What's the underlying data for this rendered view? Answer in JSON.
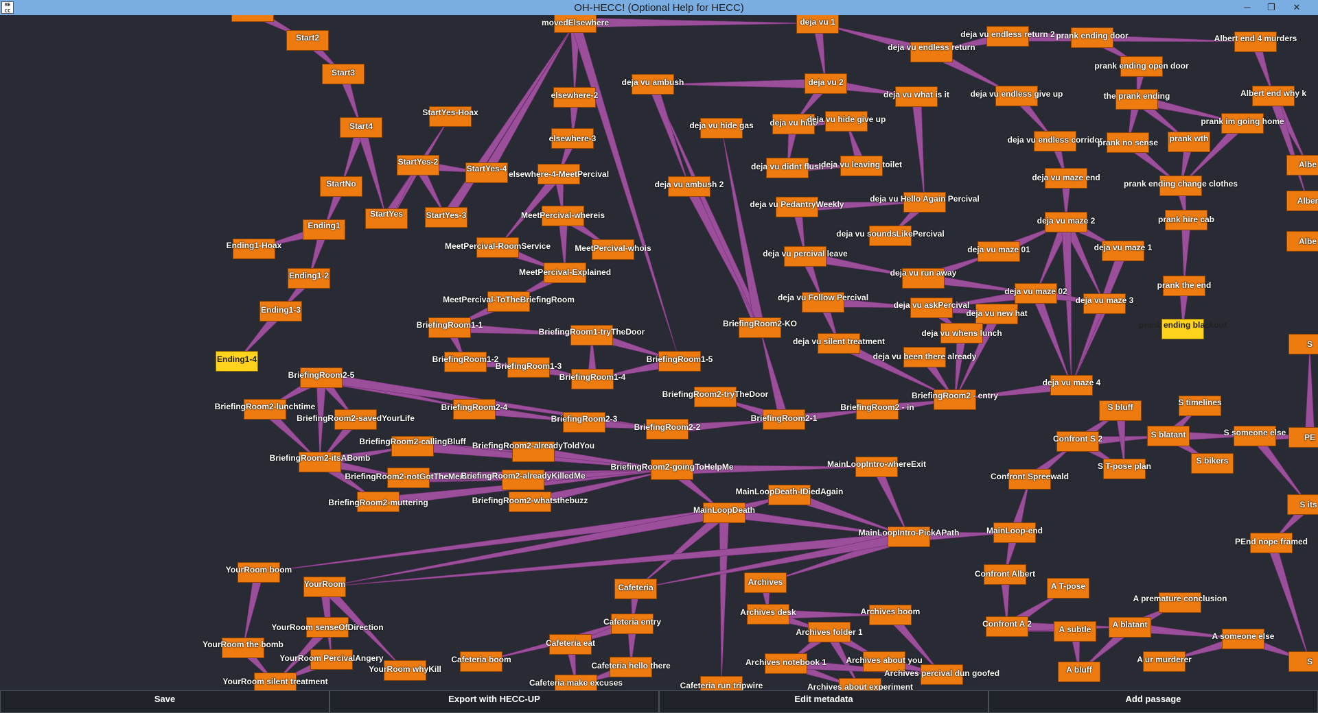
{
  "window": {
    "title": "OH-HECC! (Optional Help for HECC)",
    "icon_text": "HE\nCC",
    "controls": [
      "─",
      "❐",
      "✕"
    ]
  },
  "colors": {
    "node": "#ee7b0f",
    "selected_node": "#ffd21e",
    "edge": "#9b4f9b",
    "background": "#282b33"
  },
  "bottom_bar": {
    "save": "Save",
    "export": "Export with HECC-UP",
    "metadata": "Edit metadata",
    "add": "Add passage"
  },
  "passages": [
    {
      "id": "start",
      "label": ""
    },
    {
      "id": "start2",
      "label": "Start2"
    },
    {
      "id": "start3",
      "label": "Start3"
    },
    {
      "id": "start4",
      "label": "Start4"
    },
    {
      "id": "startno",
      "label": "StartNo"
    },
    {
      "id": "startyes",
      "label": "StartYes"
    },
    {
      "id": "startyeshoax",
      "label": "StartYes-Hoax"
    },
    {
      "id": "startyes2",
      "label": "StartYes-2"
    },
    {
      "id": "startyes3",
      "label": "StartYes-3"
    },
    {
      "id": "startyes4",
      "label": "StartYes-4"
    },
    {
      "id": "ending1",
      "label": "Ending1"
    },
    {
      "id": "ending1hoax",
      "label": "Ending1-Hoax"
    },
    {
      "id": "ending12",
      "label": "Ending1-2"
    },
    {
      "id": "ending13",
      "label": "Ending1-3"
    },
    {
      "id": "ending14",
      "label": "Ending1-4"
    },
    {
      "id": "movedelsewhere",
      "label": "movedElsewhere"
    },
    {
      "id": "elsewhere2",
      "label": "elsewhere-2"
    },
    {
      "id": "elsewhere3",
      "label": "elsewhere-3"
    },
    {
      "id": "elsewhere4mp",
      "label": "elsewhere-4-MeetPercival"
    },
    {
      "id": "mpwhereis",
      "label": "MeetPercival-whereis"
    },
    {
      "id": "mproomservice",
      "label": "MeetPercival-RoomService"
    },
    {
      "id": "mpwhois",
      "label": "MeetPercival-whois"
    },
    {
      "id": "mpexplained",
      "label": "MeetPercival-Explained"
    },
    {
      "id": "mptobriefing",
      "label": "MeetPercival-ToTheBriefingRoom"
    },
    {
      "id": "br11",
      "label": "BriefingRoom1-1"
    },
    {
      "id": "br1trydoor",
      "label": "BriefingRoom1-tryTheDoor"
    },
    {
      "id": "br12",
      "label": "BriefingRoom1-2"
    },
    {
      "id": "br13",
      "label": "BriefingRoom1-3"
    },
    {
      "id": "br14",
      "label": "BriefingRoom1-4"
    },
    {
      "id": "br15",
      "label": "BriefingRoom1-5"
    },
    {
      "id": "br25",
      "label": "BriefingRoom2-5"
    },
    {
      "id": "br2lunch",
      "label": "BriefingRoom2-lunchtime"
    },
    {
      "id": "br2saved",
      "label": "BriefingRoom2-savedYourLife"
    },
    {
      "id": "br24",
      "label": "BriefingRoom2-4"
    },
    {
      "id": "br23",
      "label": "BriefingRoom2-3"
    },
    {
      "id": "br22",
      "label": "BriefingRoom2-2"
    },
    {
      "id": "br2trydoor",
      "label": "BriefingRoom2-tryTheDoor"
    },
    {
      "id": "br21",
      "label": "BriefingRoom2-1"
    },
    {
      "id": "br2ko",
      "label": "BriefingRoom2-KO"
    },
    {
      "id": "br2callingbluff",
      "label": "BriefingRoom2-callingBluff"
    },
    {
      "id": "br2alreadytold",
      "label": "BriefingRoom2-alreadyToldYou"
    },
    {
      "id": "br2itsabomb",
      "label": "BriefingRoom2-itsABomb"
    },
    {
      "id": "br2notgotmemo",
      "label": "BriefingRoom2-notGotTheMemo"
    },
    {
      "id": "br2alreadykilled",
      "label": "BriefingRoom2-alreadyKilledMe"
    },
    {
      "id": "br2goingtohelp",
      "label": "BriefingRoom2-goingToHelpMe"
    },
    {
      "id": "br2muttering",
      "label": "BriefingRoom2-muttering"
    },
    {
      "id": "br2whatsthebuzz",
      "label": "BriefingRoom2-whatsthebuzz"
    },
    {
      "id": "br2in",
      "label": "BriefingRoom2 - in"
    },
    {
      "id": "br2entry",
      "label": "BriefingRoom2 - entry"
    },
    {
      "id": "dv1",
      "label": "deja vu 1"
    },
    {
      "id": "dv2",
      "label": "deja vu 2"
    },
    {
      "id": "dvambush",
      "label": "deja vu ambush"
    },
    {
      "id": "dvambush2",
      "label": "deja vu ambush 2"
    },
    {
      "id": "dvhidegas",
      "label": "deja vu hide gas"
    },
    {
      "id": "dvhide",
      "label": "deja vu hide"
    },
    {
      "id": "dvhidegiveup",
      "label": "deja vu hide give up"
    },
    {
      "id": "dvwhatisit",
      "label": "deja vu what is it"
    },
    {
      "id": "dvdidntflush",
      "label": "deja vu didnt flush"
    },
    {
      "id": "dvleavingtoilet",
      "label": "deja vu leaving toilet"
    },
    {
      "id": "dvpedantry",
      "label": "deja vu PedantryWeekly"
    },
    {
      "id": "dvhelloagain",
      "label": "deja vu Hello Again Percival"
    },
    {
      "id": "dvsoundslike",
      "label": "deja vu soundsLikePercival"
    },
    {
      "id": "dvpercivalleave",
      "label": "deja vu percival leave"
    },
    {
      "id": "dvrunaway",
      "label": "deja vu run away"
    },
    {
      "id": "dvfollow",
      "label": "deja vu Follow Percival"
    },
    {
      "id": "dvaskpercival",
      "label": "deja vu askPercival"
    },
    {
      "id": "dvnewhat",
      "label": "deja vu new hat"
    },
    {
      "id": "dvsilent",
      "label": "deja vu silent treatment"
    },
    {
      "id": "dvwhenslunch",
      "label": "deja vu whens lunch"
    },
    {
      "id": "dvbeenthere",
      "label": "deja vu been there already"
    },
    {
      "id": "dvendlessreturn2",
      "label": "deja vu endless return 2"
    },
    {
      "id": "dvendlessreturn",
      "label": "deja vu endless return"
    },
    {
      "id": "dvendlessgiveup",
      "label": "deja vu endless give up"
    },
    {
      "id": "dvendlesscorridor",
      "label": "deja vu endless corridor"
    },
    {
      "id": "dvmazeend",
      "label": "deja vu maze end"
    },
    {
      "id": "dvmaze2",
      "label": "deja vu maze 2"
    },
    {
      "id": "dvmaze01",
      "label": "deja vu maze 01"
    },
    {
      "id": "dvmaze1",
      "label": "deja vu maze 1"
    },
    {
      "id": "dvmaze02",
      "label": "deja vu maze 02"
    },
    {
      "id": "dvmaze3",
      "label": "deja vu maze 3"
    },
    {
      "id": "dvmaze4",
      "label": "deja vu maze 4"
    },
    {
      "id": "prankdoor",
      "label": "prank ending door"
    },
    {
      "id": "prankopendoor",
      "label": "prank ending open door"
    },
    {
      "id": "prankending",
      "label": "the prank ending"
    },
    {
      "id": "prankgoinghome",
      "label": "prank im going home"
    },
    {
      "id": "pranknosense",
      "label": "prank no sense"
    },
    {
      "id": "prankwth",
      "label": "prank wth"
    },
    {
      "id": "prankchange",
      "label": "prank ending change clothes"
    },
    {
      "id": "prankhirecab",
      "label": "prank hire cab"
    },
    {
      "id": "prankend",
      "label": "prank the end"
    },
    {
      "id": "prankblackout",
      "label": "prank ending blackout"
    },
    {
      "id": "albert4",
      "label": "Albert end 4 murders"
    },
    {
      "id": "albertwhy",
      "label": "Albert end why k"
    },
    {
      "id": "albe1",
      "label": "Albe"
    },
    {
      "id": "albe2",
      "label": "Alber"
    },
    {
      "id": "albe3",
      "label": "Albe"
    },
    {
      "id": "sbluff",
      "label": "S bluff"
    },
    {
      "id": "stimelines",
      "label": "S timelines"
    },
    {
      "id": "confronts2",
      "label": "Confront S 2"
    },
    {
      "id": "sblatant",
      "label": "S blatant"
    },
    {
      "id": "ssomeoneelse",
      "label": "S someone else"
    },
    {
      "id": "stpose",
      "label": "S T-pose plan"
    },
    {
      "id": "sbikers",
      "label": "S bikers"
    },
    {
      "id": "confrontspree",
      "label": "Confront Spreewald"
    },
    {
      "id": "pe",
      "label": "PE"
    },
    {
      "id": "sits",
      "label": "S its"
    },
    {
      "id": "s1",
      "label": "S"
    },
    {
      "id": "mlintrowhereexit",
      "label": "MainLoopIntro-whereExit"
    },
    {
      "id": "mldeathdied",
      "label": "MainLoopDeath-IDiedAgain"
    },
    {
      "id": "mldeath",
      "label": "MainLoopDeath"
    },
    {
      "id": "mlintropick",
      "label": "MainLoopIntro-PickAPath"
    },
    {
      "id": "mlend",
      "label": "MainLoop-end"
    },
    {
      "id": "pendframed",
      "label": "PEnd nope framed"
    },
    {
      "id": "confrontalbert",
      "label": "Confront Albert"
    },
    {
      "id": "confronta2",
      "label": "Confront A 2"
    },
    {
      "id": "atpose",
      "label": "A T-pose"
    },
    {
      "id": "apremature",
      "label": "A premature conclusion"
    },
    {
      "id": "asubtle",
      "label": "A subtle"
    },
    {
      "id": "ablatant",
      "label": "A blatant"
    },
    {
      "id": "asomeoneelse",
      "label": "A someone else"
    },
    {
      "id": "abluff",
      "label": "A bluff"
    },
    {
      "id": "aurmurderer",
      "label": "A ur murderer"
    },
    {
      "id": "s2",
      "label": "S"
    },
    {
      "id": "yrboom",
      "label": "YourRoom boom"
    },
    {
      "id": "yourroom",
      "label": "YourRoom"
    },
    {
      "id": "yrsense",
      "label": "YourRoom senseOfDirection"
    },
    {
      "id": "yrbomb",
      "label": "YourRoom the bomb"
    },
    {
      "id": "yrangery",
      "label": "YourRoom PercivalAngery"
    },
    {
      "id": "yrwhykill",
      "label": "YourRoom whyKill"
    },
    {
      "id": "yrsilent",
      "label": "YourRoom silent treatment"
    },
    {
      "id": "cafeteria",
      "label": "Cafeteria"
    },
    {
      "id": "cafentry",
      "label": "Cafeteria entry"
    },
    {
      "id": "cafboom",
      "label": "Cafeteria boom"
    },
    {
      "id": "cafeat",
      "label": "Cafeteria eat"
    },
    {
      "id": "cafhello",
      "label": "Cafeteria hello there"
    },
    {
      "id": "cafexcuses",
      "label": "Cafeteria make excuses"
    },
    {
      "id": "caftripwire",
      "label": "Cafeteria run tripwire"
    },
    {
      "id": "archives",
      "label": "Archives"
    },
    {
      "id": "archdesk",
      "label": "Archives desk"
    },
    {
      "id": "archboom",
      "label": "Archives boom"
    },
    {
      "id": "archfolder1",
      "label": "Archives folder 1"
    },
    {
      "id": "archnotebook1",
      "label": "Archives notebook 1"
    },
    {
      "id": "archaboutyou",
      "label": "Archives about you"
    },
    {
      "id": "archdungoofed",
      "label": "Archives percival dun goofed"
    },
    {
      "id": "archexperiment",
      "label": "Archives about experiment"
    }
  ]
}
